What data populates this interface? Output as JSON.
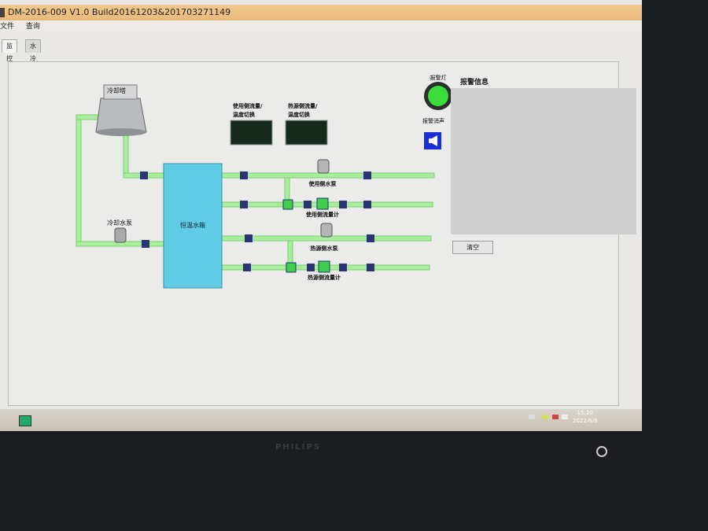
{
  "window": {
    "title": "DM-2016-009 V1.0 Build20161203&201703271149"
  },
  "menu": [
    "文件",
    "查询"
  ],
  "tabs": [
    {
      "label": "监控",
      "active": true
    },
    {
      "label": "水冷冷水一名义制冷",
      "active": false
    }
  ],
  "diagram": {
    "cooling_tower": "冷却塔",
    "cooling_pump": "冷却水泵",
    "tank": "恒温水箱",
    "use_side_pump": "使用侧水泵",
    "use_side_flowmeter": "使用侧流量计",
    "heat_side_pump": "热源侧水泵",
    "heat_side_flowmeter": "热源侧流量计",
    "use_side_switch": [
      "使用侧流量/",
      "温度切换"
    ],
    "heat_side_switch": [
      "热源侧流量/",
      "温度切换"
    ]
  },
  "alarm": {
    "lamp_label": "报警灯",
    "lamp_state": "on",
    "lamp_color": "#3ddc3d",
    "mute_label": "报警消声",
    "info_title": "报警信息",
    "clear_button": "清空"
  },
  "taskbar": {
    "time": "15:20",
    "date": "2022/8/8"
  },
  "colors": {
    "pipe": "#a8ee9c",
    "tank": "#5fcbe4",
    "speaker": "#1a2fd6"
  },
  "bezel": {
    "brand": "PHILIPS"
  }
}
